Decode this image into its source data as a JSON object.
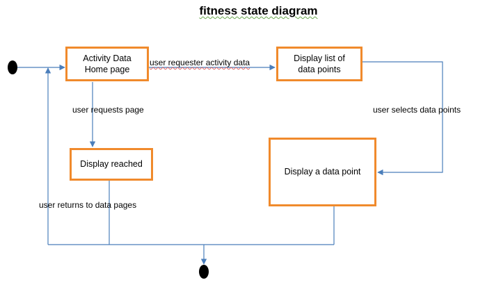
{
  "diagram": {
    "title": "fitness state diagram",
    "states": {
      "home": "Activity Data Home page",
      "list": "Display list of data points",
      "reached": "Display reached",
      "point": "Display a data point"
    },
    "transitions": {
      "request_activity": "user requester activity data",
      "requests_page": "user requests page",
      "selects_points": "user selects data points",
      "returns": "user returns to data pages"
    }
  },
  "colors": {
    "state_border": "#f08a2c",
    "line": "#4a7ebb",
    "node": "#000000"
  }
}
